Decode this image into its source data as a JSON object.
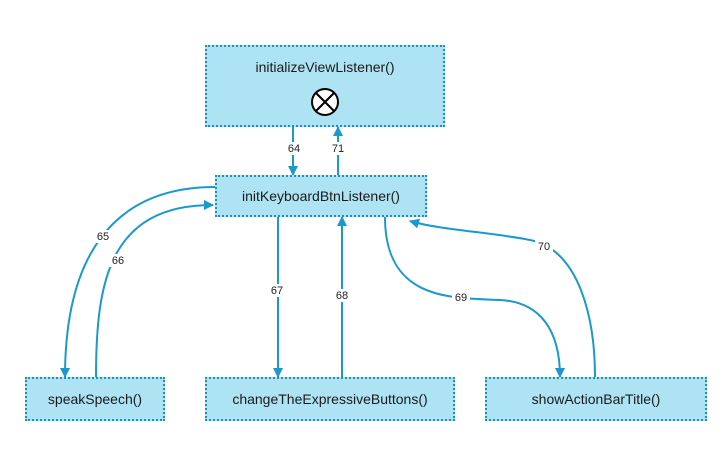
{
  "nodes": {
    "root": "initializeViewListener()",
    "center": "initKeyboardBtnListener()",
    "speak": "speakSpeech()",
    "change": "changeTheExpressiveButtons()",
    "show": "showActionBarTitle()"
  },
  "edges": [
    {
      "id": "64",
      "from": "root",
      "to": "center"
    },
    {
      "id": "65",
      "from": "center",
      "to": "speak"
    },
    {
      "id": "66",
      "from": "speak",
      "to": "center"
    },
    {
      "id": "67",
      "from": "center",
      "to": "change"
    },
    {
      "id": "68",
      "from": "change",
      "to": "center"
    },
    {
      "id": "69",
      "from": "center",
      "to": "show"
    },
    {
      "id": "70",
      "from": "show",
      "to": "center"
    },
    {
      "id": "71",
      "from": "center",
      "to": "root"
    }
  ],
  "icons": {
    "root_marker": "stop-icon"
  },
  "colors": {
    "node_fill": "#ade3f3",
    "node_border": "#1a8fc2",
    "edge": "#1a99cc"
  }
}
